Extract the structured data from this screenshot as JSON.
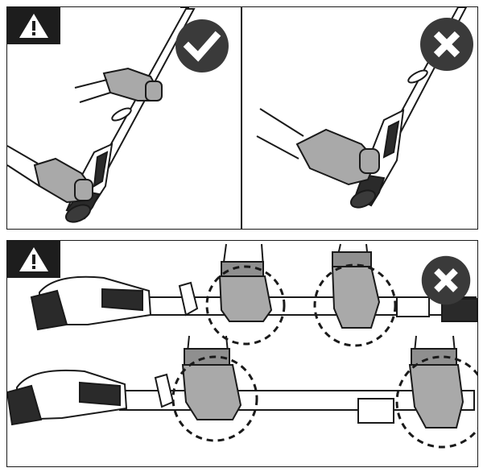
{
  "colors": {
    "outline": "#1a1a1a",
    "glove": "#a9a9a9",
    "glove_cuff": "#8f8f8f",
    "tool_body": "#2a2a2a",
    "verdict_fill": "#3a3a3a",
    "badge_fill": "#1d1d1d"
  },
  "panels": [
    {
      "id": "top-left",
      "verdict": "correct",
      "icon": "checkmark-icon",
      "warning_icon": "warning-triangle-icon"
    },
    {
      "id": "top-right",
      "verdict": "incorrect",
      "icon": "cross-icon"
    },
    {
      "id": "bottom",
      "verdict": "incorrect",
      "icon": "cross-icon",
      "warning_icon": "warning-triangle-icon",
      "highlight": "dashed-circle-icon"
    }
  ]
}
